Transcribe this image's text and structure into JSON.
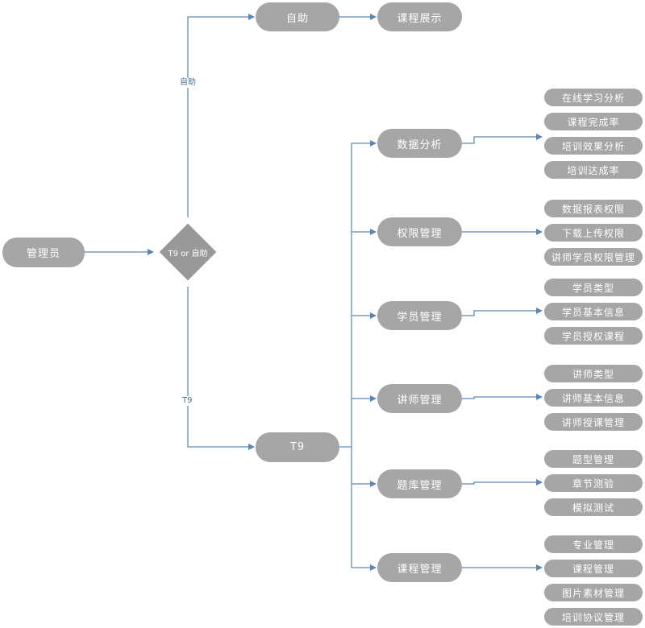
{
  "root": "管理员",
  "decision": "T9 or 自助",
  "branch_self": {
    "label": "自助",
    "node": "自助",
    "child": "课程展示"
  },
  "branch_t9": {
    "label": "T9",
    "node": "T9",
    "modules": [
      {
        "name": "数据分析",
        "items": [
          "在线学习分析",
          "课程完成率",
          "培训效果分析",
          "培训达成率"
        ]
      },
      {
        "name": "权限管理",
        "items": [
          "数据报表权限",
          "下载上传权限",
          "讲师学员权限管理"
        ]
      },
      {
        "name": "学员管理",
        "items": [
          "学员类型",
          "学员基本信息",
          "学员授权课程"
        ]
      },
      {
        "name": "讲师管理",
        "items": [
          "讲师类型",
          "讲师基本信息",
          "讲师授课管理"
        ]
      },
      {
        "name": "题库管理",
        "items": [
          "题型管理",
          "章节测验",
          "模拟测试"
        ]
      },
      {
        "name": "课程管理",
        "items": [
          "专业管理",
          "课程管理",
          "图片素材管理",
          "培训协议管理"
        ]
      }
    ]
  },
  "colors": {
    "node": "#a6a6a6",
    "diamond": "#999999",
    "line": "#5b87b5",
    "text": "#ffffff"
  }
}
